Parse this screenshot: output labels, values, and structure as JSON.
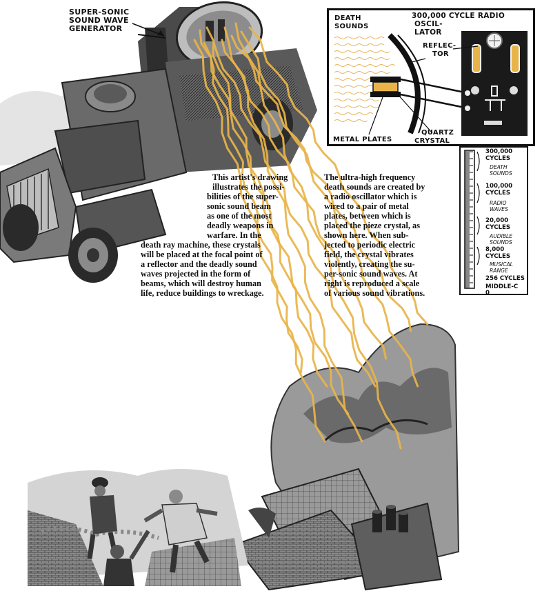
{
  "labels": {
    "generator": [
      "SUPER-SONIC",
      "SOUND WAVE",
      "GENERATOR"
    ],
    "death_sounds": [
      "DEATH",
      "SOUNDS"
    ],
    "oscillator": [
      "300,000 CYCLE RADIO",
      "OSCIL-",
      "LATOR"
    ],
    "reflector": [
      "REFLEC-",
      "TOR"
    ],
    "quartz": [
      "QUARTZ",
      "CRYSTAL"
    ],
    "metal_plates": "METAL PLATES"
  },
  "scale": {
    "entries": [
      {
        "text": "300,000",
        "style": "bold"
      },
      {
        "text": "CYCLES",
        "style": "bold"
      },
      {
        "text": "DEATH",
        "style": "italic"
      },
      {
        "text": "SOUNDS",
        "style": "italic"
      },
      {
        "text": "100,000",
        "style": "bold"
      },
      {
        "text": "CYCLES",
        "style": "bold"
      },
      {
        "text": "RADIO",
        "style": "italic"
      },
      {
        "text": "WAVES",
        "style": "italic"
      },
      {
        "text": "20,000",
        "style": "bold"
      },
      {
        "text": "CYCLES",
        "style": "bold"
      },
      {
        "text": "AUDIBLE",
        "style": "italic"
      },
      {
        "text": "SOUNDS",
        "style": "italic"
      },
      {
        "text": "8,000",
        "style": "bold"
      },
      {
        "text": "CYCLES",
        "style": "bold"
      },
      {
        "text": "MUSICAL",
        "style": "italic"
      },
      {
        "text": "RANGE",
        "style": "italic"
      },
      {
        "text": "256 CYCLES",
        "style": "bold"
      },
      {
        "text": "MIDDLE-C",
        "style": "bold"
      },
      {
        "text": "0",
        "style": "bold"
      }
    ]
  },
  "caption": {
    "left": [
      "This artist's drawing",
      "illustrates the possi-",
      "bilities of the super-",
      "sonic sound beam",
      "as one of the most",
      "deadly weapons in",
      "warfare. In the",
      "death ray machine, these crystals",
      "will be placed at the focal point of",
      "a reflector and the deadly sound",
      "waves projected in the form of",
      "beams, which will destroy human",
      "life, reduce buildings to wreckage."
    ],
    "right": [
      "The ultra-high frequency",
      "death sounds are created by",
      "a radio oscillator which is",
      "wired to a pair of metal",
      "plates, between which is",
      "placed the pieze crystal, as",
      "shown here. When sub-",
      "jected to periodic electric",
      "field, the crystal vibrates",
      "violently, creating the su-",
      "per-sonic sound waves. At",
      "right is reproduced a scale",
      "of various sound vibrations."
    ]
  },
  "colors": {
    "beam": "#e8b44a",
    "ink": "#111111",
    "grey_dark": "#3a3a3a",
    "grey_mid": "#7a7a7a",
    "grey_light": "#c8c8c8"
  }
}
